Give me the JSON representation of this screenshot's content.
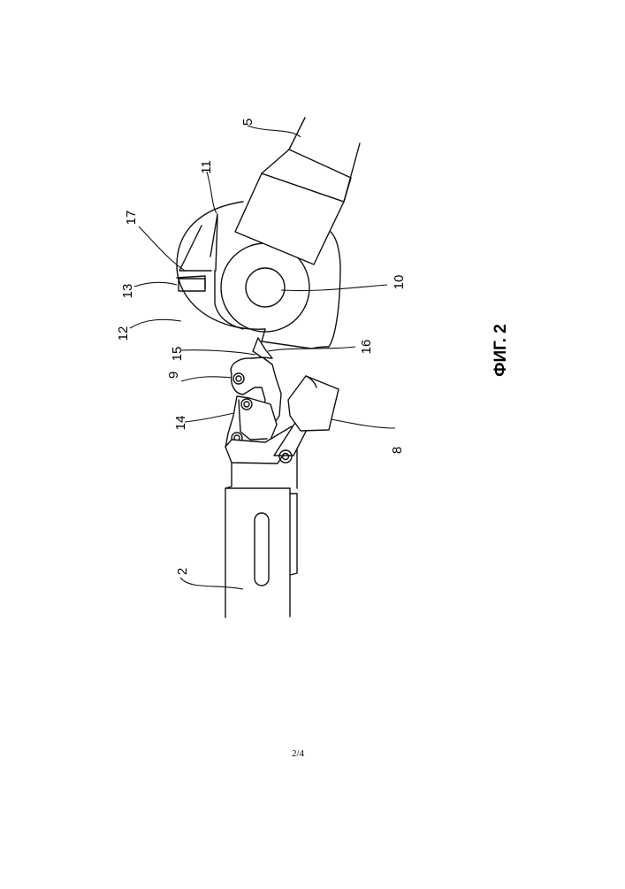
{
  "figure": {
    "caption": "ФИГ. 2",
    "labels": {
      "l2": "2",
      "l5": "5",
      "l8": "8",
      "l9": "9",
      "l10": "10",
      "l11": "11",
      "l12": "12",
      "l13": "13",
      "l14": "14",
      "l15": "15",
      "l16": "16",
      "l17": "17"
    }
  },
  "page": {
    "number": "2/4"
  }
}
